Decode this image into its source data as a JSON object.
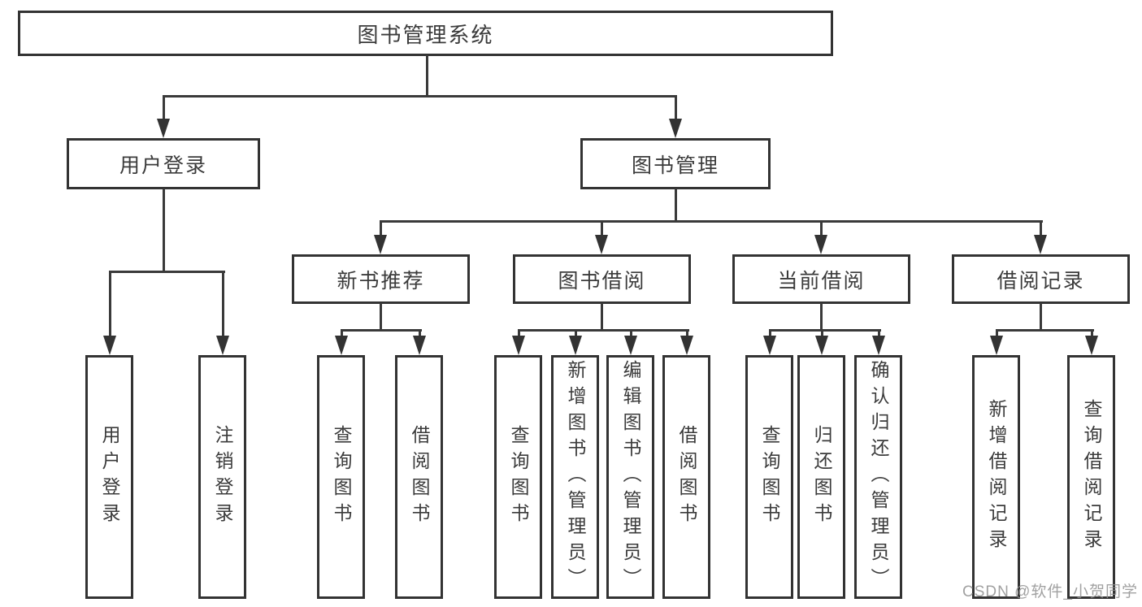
{
  "watermark": "CSDN @软件_小贺同学",
  "tree": {
    "root": "图书管理系统",
    "branches": [
      {
        "label": "用户登录",
        "children": [
          "用户登录",
          "注销登录"
        ]
      },
      {
        "label": "图书管理",
        "modules": [
          {
            "label": "新书推荐",
            "children": [
              "查询图书",
              "借阅图书"
            ]
          },
          {
            "label": "图书借阅",
            "children": [
              "查询图书",
              "新增图书（管理员）",
              "编辑图书（管理员）",
              "借阅图书"
            ]
          },
          {
            "label": "当前借阅",
            "children": [
              "查询图书",
              "归还图书",
              "确认归还（管理员）"
            ]
          },
          {
            "label": "借阅记录",
            "children": [
              "新增借阅记录",
              "查询借阅记录"
            ]
          }
        ]
      }
    ]
  }
}
